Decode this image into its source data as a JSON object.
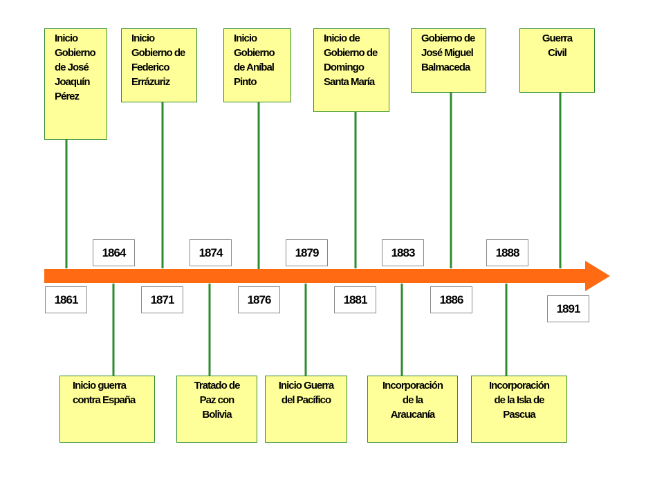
{
  "colors": {
    "axis": "#ff6a13",
    "connector": "#2e8b2e",
    "event_fill": "#ffff99",
    "event_border": "#2e8b2e",
    "year_border": "#888888"
  },
  "years_above": [
    "1864",
    "1874",
    "1879",
    "1883",
    "1888"
  ],
  "years_below": [
    "1861",
    "1871",
    "1876",
    "1881",
    "1886",
    "1891"
  ],
  "top_events": [
    "Inicio\nGobierno\nde José\nJoaquín\nPérez",
    "Inicio\nGobierno de\nFederico\nErrázuriz",
    "Inicio\nGobierno\nde Aníbal\nPinto",
    "Inicio de\nGobierno de\nDomingo\nSanta María",
    "Gobierno de\nJosé Miguel\nBalmaceda",
    "Guerra\nCivil"
  ],
  "bottom_events": [
    "Inicio guerra\ncontra España",
    "Tratado de\nPaz con\nBolivia",
    "Inicio Guerra\ndel Pacífico",
    "Incorporación\nde la\nAraucanía",
    "Incorporación\nde la Isla de\nPascua"
  ]
}
